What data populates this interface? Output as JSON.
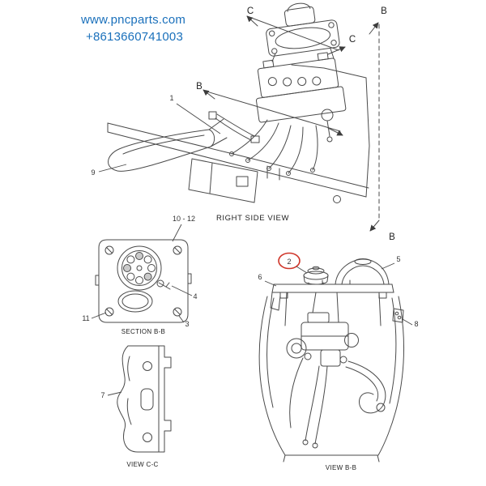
{
  "watermark": {
    "url": "www.pncparts.com",
    "phone": "+8613660741003",
    "color": "#1a70bb"
  },
  "colors": {
    "line": "#4a4a4a",
    "text": "#333333",
    "highlight_red": "#cf3428",
    "background": "#ffffff"
  },
  "main_view": {
    "label": "RIGHT SIDE VIEW",
    "callouts": {
      "item_1": "1",
      "item_9": "9"
    },
    "markers": {
      "c_top": "C",
      "c_right": "C",
      "b_left": "B",
      "b_top_right": "B",
      "b_bottom_right": "B"
    }
  },
  "section_bb": {
    "label": "SECTION B-B",
    "callouts": {
      "range_10_12": "10 - 12",
      "item_11": "11",
      "item_4": "4",
      "item_3": "3"
    }
  },
  "view_cc": {
    "label": "VIEW C-C",
    "callouts": {
      "item_7": "7"
    }
  },
  "view_bb": {
    "label": "VIEW B-B",
    "callouts": {
      "item_2": "2",
      "item_5": "5",
      "item_6": "6",
      "item_8": "8"
    },
    "highlighted_item": "2"
  }
}
